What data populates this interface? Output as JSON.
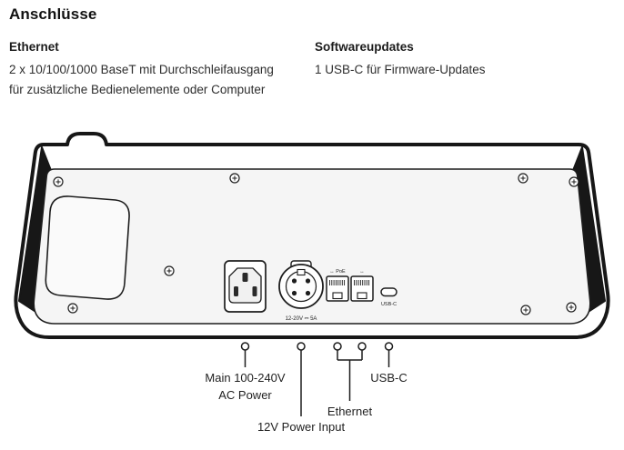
{
  "header": {
    "title": "Anschlüsse"
  },
  "specs": {
    "col1": {
      "heading": "Ethernet",
      "line1": "2 x 10/100/1000 BaseT mit Durchschleifausgang",
      "line2": "für zusätzliche Bedienelemente oder Computer"
    },
    "col2": {
      "heading": "Softwareupdates",
      "line1": "1 USB-C für Firmware-Updates"
    }
  },
  "diagram": {
    "dc_rating": "12-20V ⎓ 5A",
    "eth_left_marking": "↔ PoE",
    "eth_right_marking": "↔",
    "usbc_marking": "USB-C",
    "callouts": {
      "ac_line1": "Main 100-240V",
      "ac_line2": "AC Power",
      "dc": "12V Power Input",
      "ethernet": "Ethernet",
      "usb": "USB-C"
    }
  }
}
